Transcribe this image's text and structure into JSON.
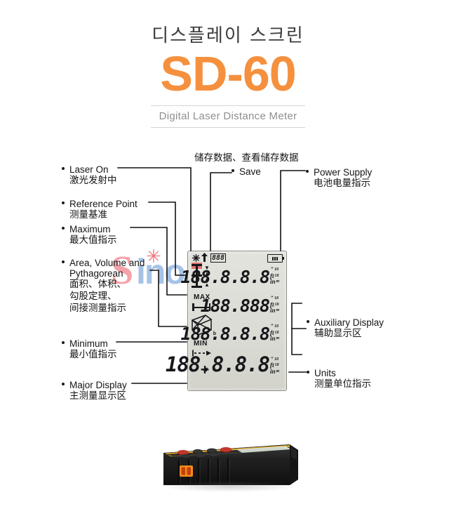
{
  "header": {
    "korean_title": "디스플레이 스크린",
    "model": "SD-60",
    "subtitle": "Digital Laser Distance Meter"
  },
  "watermark": {
    "s": "S",
    "ino": "ino",
    "cn": "新",
    "star": "✳"
  },
  "callouts": {
    "top_center_cn": "储存数据、查看储存数据",
    "left": [
      {
        "en": "Laser On",
        "cn": "激光发射中"
      },
      {
        "en": "Reference Point",
        "cn": "测量基准"
      },
      {
        "en": "Maximum",
        "cn": "最大值指示"
      },
      {
        "en": "Area, Volume and",
        "en2": "Pythagorean",
        "cn": "面积、体积、",
        "cn2": "勾股定理、",
        "cn3": "间接测量指示"
      },
      {
        "en": "Minimum",
        "cn": "最小值指示"
      },
      {
        "en": "Major Display",
        "cn": "主测量显示区"
      }
    ],
    "center": [
      {
        "en": "Save"
      }
    ],
    "right": [
      {
        "en": "Power Supply",
        "cn": "电池电量指示"
      },
      {
        "en": "Auxiliary Display",
        "cn": "辅助显示区"
      },
      {
        "en": "Units",
        "cn": "测量单位指示"
      }
    ]
  },
  "lcd": {
    "status": {
      "laser_icon": "laser-emitting-icon",
      "arrow_up_icon": "arrow-up-icon",
      "memory_value": "888",
      "battery_icon": "battery-full-icon"
    },
    "labels": {
      "max": "MAX",
      "min": "MIN"
    },
    "icons": {
      "reference_point": "reference-point-icon",
      "measure_bar": "measure-bar-icon",
      "pythagorean_box": "pythagorean-box-icon",
      "dashed_arrow": "dashed-arrow-icon",
      "bar_sup": "a",
      "box_sub": "b"
    },
    "rows": [
      {
        "digits": "188.8.8.8",
        "units": [
          "\"",
          "ft",
          "in"
        ],
        "fracs": [
          "18",
          "18",
          "m"
        ]
      },
      {
        "digits": "188.888",
        "units": [
          "\"",
          "ft",
          "in"
        ],
        "fracs": [
          "18",
          "18",
          "m"
        ]
      },
      {
        "digits": "188.8.8.8",
        "units": [
          "\"",
          "ft",
          "in"
        ],
        "fracs": [
          "18",
          "18",
          "m"
        ]
      },
      {
        "digits": "188.8.8.8",
        "units": [
          "\"",
          "ft",
          "in"
        ],
        "fracs": [
          "18",
          "18",
          "m"
        ],
        "sign": "+"
      }
    ]
  },
  "device": {
    "name": "laser-distance-meter-side-view",
    "body_color": "#1a1a1a",
    "trim_color": "#f0b323",
    "screen_color": "#c9cfc4"
  },
  "colors": {
    "model_orange": "#f5903e",
    "subtitle_gray": "#8f8f8f",
    "text_black": "#141414",
    "lcd_bg": "#dcdcd6",
    "lcd_ink": "#17171b",
    "watermark_red": "#f0808a",
    "watermark_blue": "#6f9fd8"
  }
}
